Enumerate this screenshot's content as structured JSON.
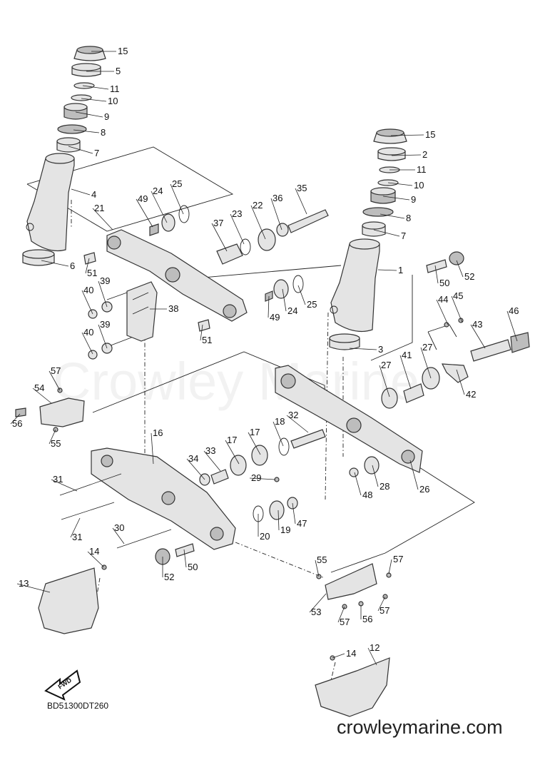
{
  "diagram": {
    "code": "BD51300DT260",
    "site": "crowleymarine.com",
    "watermark": "Crowley Marine",
    "fwd_label": "FWD",
    "callouts": [
      {
        "n": "15",
        "icon": "cap-icon",
        "part": [
          128,
          72
        ],
        "label": [
          163,
          76
        ]
      },
      {
        "n": "5",
        "icon": "ring-icon",
        "part": [
          121,
          100
        ],
        "label": [
          160,
          104
        ]
      },
      {
        "n": "11",
        "icon": "snap-ring-icon",
        "part": [
          116,
          120
        ],
        "label": [
          152,
          129
        ]
      },
      {
        "n": "10",
        "icon": "washer-icon",
        "part": [
          114,
          138
        ],
        "label": [
          149,
          146
        ]
      },
      {
        "n": "9",
        "icon": "nut-icon",
        "part": [
          106,
          157
        ],
        "label": [
          144,
          168
        ]
      },
      {
        "n": "8",
        "icon": "washer-icon",
        "part": [
          103,
          182
        ],
        "label": [
          139,
          190
        ]
      },
      {
        "n": "7",
        "icon": "bushing-icon",
        "part": [
          96,
          205
        ],
        "label": [
          130,
          219
        ]
      },
      {
        "n": "4",
        "icon": "swivel-shaft-icon",
        "part": [
          100,
          265
        ],
        "label": [
          126,
          277
        ]
      },
      {
        "n": "6",
        "icon": "ring-icon",
        "part": [
          58,
          365
        ],
        "label": [
          96,
          377
        ]
      },
      {
        "n": "21",
        "icon": "upper-mount-bracket-icon",
        "part": [
          158,
          322
        ],
        "label": [
          130,
          296
        ]
      },
      {
        "n": "49",
        "icon": "bolt-icon",
        "part": [
          214,
          318
        ],
        "label": [
          191,
          283
        ]
      },
      {
        "n": "24",
        "icon": "bushing-icon",
        "part": [
          234,
          312
        ],
        "label": [
          212,
          272
        ]
      },
      {
        "n": "25",
        "icon": "snap-ring-icon",
        "part": [
          257,
          300
        ],
        "label": [
          239,
          262
        ]
      },
      {
        "n": "51",
        "icon": "bolt-icon",
        "part": [
          125,
          362
        ],
        "label": [
          120,
          387
        ]
      },
      {
        "n": "40",
        "icon": "nut-icon",
        "part": [
          130,
          440
        ],
        "label": [
          115,
          411
        ]
      },
      {
        "n": "39",
        "icon": "washer-icon",
        "part": [
          150,
          430
        ],
        "label": [
          138,
          398
        ]
      },
      {
        "n": "38",
        "icon": "plate-icon",
        "part": [
          210,
          433
        ],
        "label": [
          234,
          437
        ]
      },
      {
        "n": "40",
        "icon": "nut-icon",
        "part": [
          130,
          496
        ],
        "label": [
          115,
          470
        ]
      },
      {
        "n": "39",
        "icon": "washer-icon",
        "part": [
          150,
          488
        ],
        "label": [
          138,
          459
        ]
      },
      {
        "n": "37",
        "icon": "collar-icon",
        "part": [
          318,
          352
        ],
        "label": [
          297,
          317
        ]
      },
      {
        "n": "23",
        "icon": "snap-ring-icon",
        "part": [
          342,
          342
        ],
        "label": [
          323,
          304
        ]
      },
      {
        "n": "22",
        "icon": "bushing-icon",
        "part": [
          372,
          335
        ],
        "label": [
          352,
          292
        ]
      },
      {
        "n": "36",
        "icon": "nut-icon",
        "part": [
          395,
          322
        ],
        "label": [
          380,
          282
        ]
      },
      {
        "n": "35",
        "icon": "bolt-icon",
        "part": [
          430,
          300
        ],
        "label": [
          414,
          268
        ]
      },
      {
        "n": "49",
        "icon": "bolt-icon",
        "part": [
          377,
          415
        ],
        "label": [
          376,
          449
        ]
      },
      {
        "n": "24",
        "icon": "bushing-icon",
        "part": [
          396,
          405
        ],
        "label": [
          401,
          440
        ]
      },
      {
        "n": "25",
        "icon": "snap-ring-icon",
        "part": [
          418,
          400
        ],
        "label": [
          428,
          431
        ]
      },
      {
        "n": "51",
        "icon": "bolt-icon",
        "part": [
          284,
          455
        ],
        "label": [
          281,
          481
        ]
      },
      {
        "n": "15",
        "icon": "cap-icon",
        "part": [
          548,
          190
        ],
        "label": [
          594,
          193
        ]
      },
      {
        "n": "2",
        "icon": "ring-icon",
        "part": [
          549,
          218
        ],
        "label": [
          590,
          221
        ]
      },
      {
        "n": "11",
        "icon": "snap-ring-icon",
        "part": [
          546,
          238
        ],
        "label": [
          582,
          242
        ]
      },
      {
        "n": "10",
        "icon": "washer-icon",
        "part": [
          544,
          256
        ],
        "label": [
          578,
          264
        ]
      },
      {
        "n": "9",
        "icon": "nut-icon",
        "part": [
          537,
          275
        ],
        "label": [
          574,
          284
        ]
      },
      {
        "n": "8",
        "icon": "washer-icon",
        "part": [
          533,
          300
        ],
        "label": [
          567,
          310
        ]
      },
      {
        "n": "7",
        "icon": "bushing-icon",
        "part": [
          524,
          322
        ],
        "label": [
          560,
          335
        ]
      },
      {
        "n": "1",
        "icon": "swivel-shaft-icon",
        "part": [
          530,
          378
        ],
        "label": [
          556,
          383
        ]
      },
      {
        "n": "3",
        "icon": "ring-icon",
        "part": [
          490,
          488
        ],
        "label": [
          528,
          494
        ]
      },
      {
        "n": "50",
        "icon": "bolt-icon",
        "part": [
          610,
          372
        ],
        "label": [
          614,
          401
        ]
      },
      {
        "n": "52",
        "icon": "cap-icon",
        "part": [
          640,
          365
        ],
        "label": [
          649,
          392
        ]
      },
      {
        "n": "44",
        "icon": "bolt-icon",
        "part": [
          628,
          455
        ],
        "label": [
          612,
          424
        ]
      },
      {
        "n": "45",
        "icon": "bolt-icon",
        "part": [
          648,
          452
        ],
        "label": [
          633,
          419
        ]
      },
      {
        "n": "43",
        "icon": "shaft-icon",
        "part": [
          680,
          488
        ],
        "label": [
          660,
          459
        ]
      },
      {
        "n": "46",
        "icon": "nut-icon",
        "part": [
          725,
          478
        ],
        "label": [
          711,
          440
        ]
      },
      {
        "n": "42",
        "icon": "plate-icon",
        "part": [
          640,
          518
        ],
        "label": [
          651,
          557
        ]
      },
      {
        "n": "27",
        "icon": "bushing-icon",
        "part": [
          604,
          530
        ],
        "label": [
          590,
          491
        ]
      },
      {
        "n": "41",
        "icon": "collar-icon",
        "part": [
          576,
          545
        ],
        "label": [
          561,
          502
        ]
      },
      {
        "n": "27",
        "icon": "bushing-icon",
        "part": [
          546,
          556
        ],
        "label": [
          532,
          516
        ]
      },
      {
        "n": "57",
        "icon": "bolt-icon",
        "part": [
          84,
          547
        ],
        "label": [
          69,
          524
        ]
      },
      {
        "n": "54",
        "icon": "bracket-icon",
        "part": [
          72,
          565
        ],
        "label": [
          46,
          548
        ]
      },
      {
        "n": "56",
        "icon": "bolt-icon",
        "part": [
          28,
          580
        ],
        "label": [
          15,
          598
        ]
      },
      {
        "n": "55",
        "icon": "bolt-icon",
        "part": [
          78,
          602
        ],
        "label": [
          69,
          626
        ]
      },
      {
        "n": "16",
        "icon": "lower-mount-bracket-icon",
        "part": [
          215,
          650
        ],
        "label": [
          212,
          611
        ]
      },
      {
        "n": "34",
        "icon": "nut-icon",
        "part": [
          287,
          672
        ],
        "label": [
          262,
          647
        ]
      },
      {
        "n": "33",
        "icon": "collar-icon",
        "part": [
          309,
          660
        ],
        "label": [
          286,
          636
        ]
      },
      {
        "n": "17",
        "icon": "bushing-icon",
        "part": [
          335,
          650
        ],
        "label": [
          316,
          621
        ]
      },
      {
        "n": "17",
        "icon": "bushing-icon",
        "part": [
          365,
          637
        ],
        "label": [
          348,
          610
        ]
      },
      {
        "n": "18",
        "icon": "snap-ring-icon",
        "part": [
          397,
          625
        ],
        "label": [
          383,
          595
        ]
      },
      {
        "n": "32",
        "icon": "bolt-icon",
        "part": [
          432,
          606
        ],
        "label": [
          402,
          586
        ]
      },
      {
        "n": "29",
        "icon": "bolt-icon",
        "part": [
          386,
          672
        ],
        "label": [
          350,
          674
        ]
      },
      {
        "n": "31",
        "icon": "bolt-icon",
        "part": [
          108,
          688
        ],
        "label": [
          72,
          676
        ]
      },
      {
        "n": "31",
        "icon": "bolt-icon",
        "part": [
          112,
          726
        ],
        "label": [
          99,
          757
        ]
      },
      {
        "n": "30",
        "icon": "bolt-icon",
        "part": [
          174,
          762
        ],
        "label": [
          158,
          744
        ]
      },
      {
        "n": "20",
        "icon": "snap-ring-icon",
        "part": [
          362,
          720
        ],
        "label": [
          362,
          756
        ]
      },
      {
        "n": "19",
        "icon": "bushing-icon",
        "part": [
          390,
          715
        ],
        "label": [
          391,
          747
        ]
      },
      {
        "n": "47",
        "icon": "nut-icon",
        "part": [
          410,
          705
        ],
        "label": [
          414,
          738
        ]
      },
      {
        "n": "26",
        "icon": "lower-mount-bracket-icon",
        "part": [
          575,
          645
        ],
        "label": [
          586,
          690
        ]
      },
      {
        "n": "28",
        "icon": "bushing-icon",
        "part": [
          522,
          652
        ],
        "label": [
          530,
          686
        ]
      },
      {
        "n": "48",
        "icon": "nut-icon",
        "part": [
          497,
          662
        ],
        "label": [
          506,
          698
        ]
      },
      {
        "n": "52",
        "icon": "cap-icon",
        "part": [
          228,
          780
        ],
        "label": [
          228,
          813
        ]
      },
      {
        "n": "50",
        "icon": "bolt-icon",
        "part": [
          258,
          770
        ],
        "label": [
          261,
          799
        ]
      },
      {
        "n": "14",
        "icon": "bolt-icon",
        "part": [
          146,
          795
        ],
        "label": [
          123,
          777
        ]
      },
      {
        "n": "13",
        "icon": "cover-icon",
        "part": [
          70,
          830
        ],
        "label": [
          24,
          822
        ]
      },
      {
        "n": "55",
        "icon": "bolt-icon",
        "part": [
          447,
          808
        ],
        "label": [
          442,
          789
        ]
      },
      {
        "n": "57",
        "icon": "bolt-icon",
        "part": [
          545,
          804
        ],
        "label": [
          549,
          788
        ]
      },
      {
        "n": "53",
        "icon": "bracket-icon",
        "part": [
          457,
          832
        ],
        "label": [
          434,
          862
        ]
      },
      {
        "n": "57",
        "icon": "bolt-icon",
        "part": [
          483,
          850
        ],
        "label": [
          474,
          876
        ]
      },
      {
        "n": "56",
        "icon": "bolt-icon",
        "part": [
          506,
          848
        ],
        "label": [
          506,
          872
        ]
      },
      {
        "n": "57",
        "icon": "bolt-icon",
        "part": [
          540,
          836
        ],
        "label": [
          530,
          860
        ]
      },
      {
        "n": "14",
        "icon": "bolt-icon",
        "part": [
          466,
          922
        ],
        "label": [
          483,
          920
        ]
      },
      {
        "n": "12",
        "icon": "cover-icon",
        "part": [
          528,
          932
        ],
        "label": [
          516,
          912
        ]
      }
    ]
  }
}
